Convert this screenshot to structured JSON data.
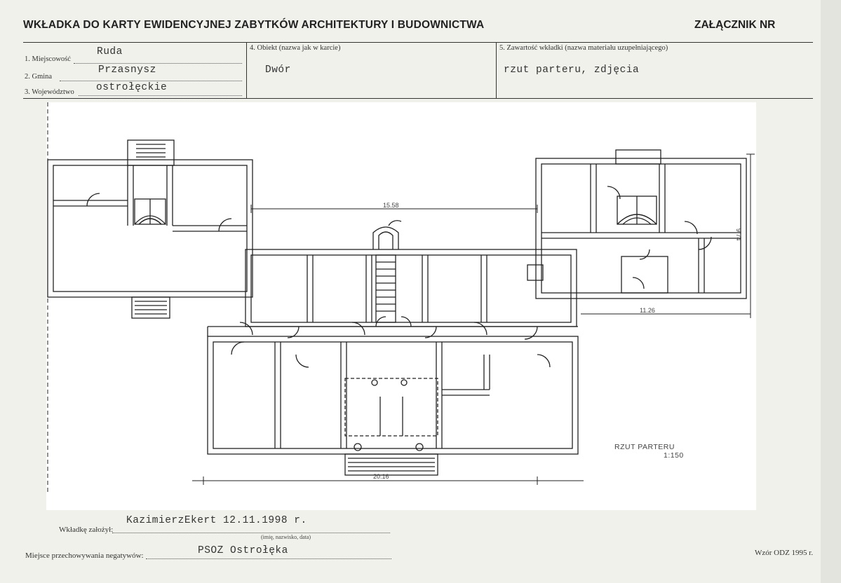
{
  "header": {
    "title": "WKŁADKA DO KARTY EWIDENCYJNEJ ZABYTKÓW ARCHITEKTURY I BUDOWNICTWA",
    "attachment": "ZAŁĄCZNIK NR"
  },
  "fields": {
    "miejscowosc_label": "1. Miejscowość",
    "miejscowosc_value": "Ruda",
    "gmina_label": "2. Gmina",
    "gmina_value": "Przasnysz",
    "wojewodztwo_label": "3. Województwo",
    "wojewodztwo_value": "ostrołęckie",
    "obiekt_label": "4. Obiekt  (nazwa jak w karcie)",
    "obiekt_value": "Dwór",
    "zawartosc_label": "5. Zawartość wkładki  (nazwa materiału uzupełniającego)",
    "zawartosc_value": "rzut parteru, zdjęcia"
  },
  "plan": {
    "title_line1": "RZUT   PARTERU",
    "title_line2": "1:150",
    "dim_top": "15.58",
    "dim_right_bottom": "11.26",
    "dim_right_side": "9.74",
    "dim_bottom": "20.16"
  },
  "footer": {
    "zalozyl_label": "Wkładkę założył:",
    "zalozyl_value": "KazimierzEkert   12.11.1998 r.",
    "zalozyl_caption": "(imię, nazwisko, data)",
    "negatywy_label": "Miejsce przechowywania negatywów:",
    "negatywy_value": "PSOZ Ostrołęka",
    "wzor": "Wzór ODZ 1995 r."
  }
}
